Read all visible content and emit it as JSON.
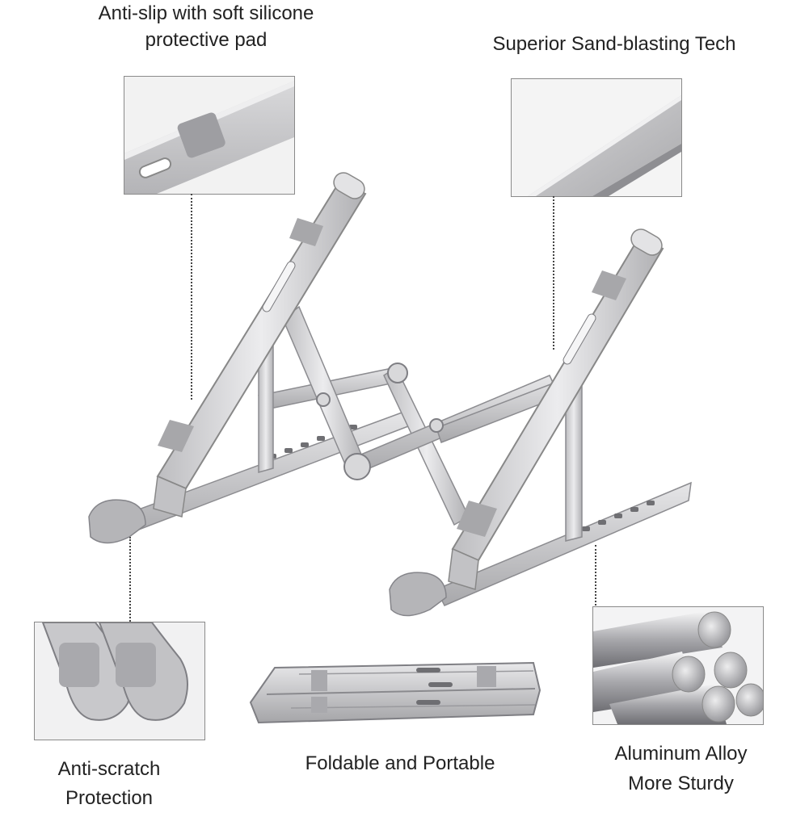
{
  "labels": {
    "anti_slip": [
      "Anti-slip with soft silicone",
      "protective pad"
    ],
    "sand_blasting": "Superior Sand-blasting Tech",
    "anti_scratch": [
      "Anti-scratch",
      "Protection"
    ],
    "foldable": "Foldable and Portable",
    "aluminum": [
      "Aluminum Alloy",
      "More Sturdy"
    ]
  },
  "colors": {
    "metal_light": "#e9e9ea",
    "metal_mid": "#c9c9cb",
    "metal_dark": "#9d9da0",
    "pad_gray": "#b9b9bc",
    "frame": "#8a8a8a"
  }
}
